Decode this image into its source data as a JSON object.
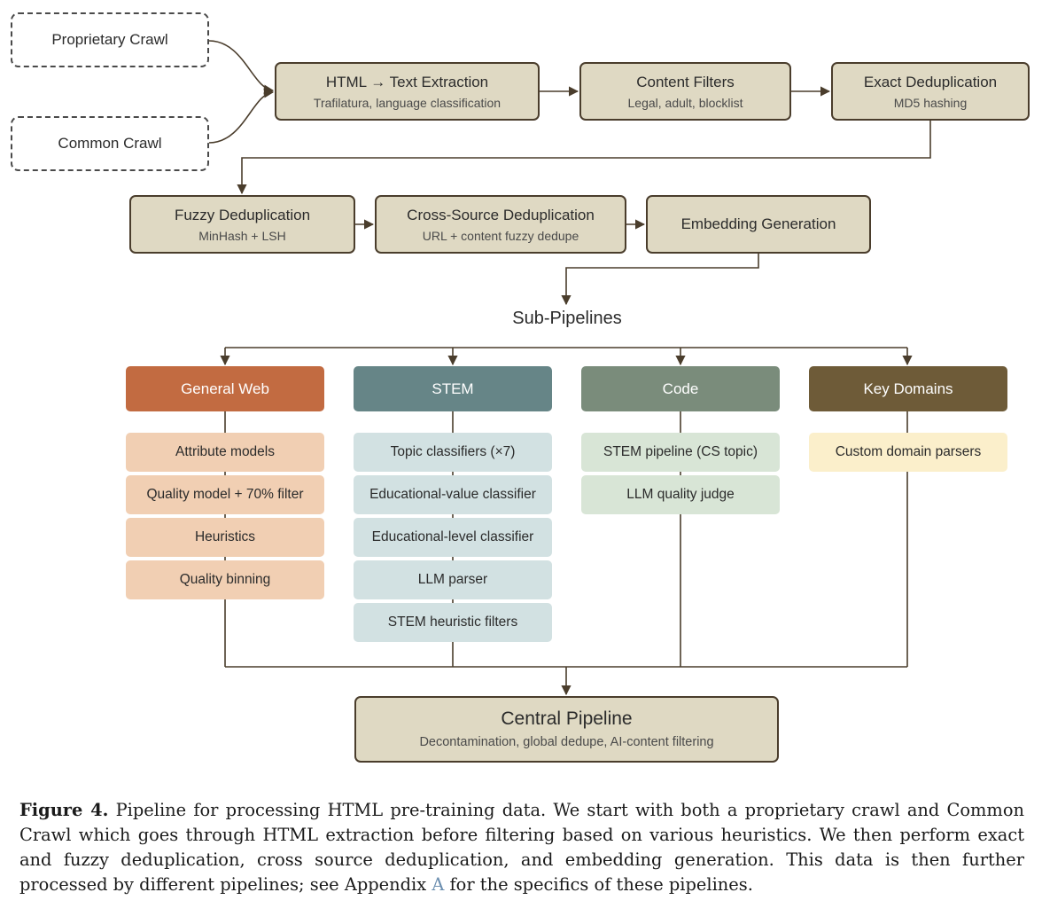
{
  "sources": [
    {
      "label": "Proprietary Crawl"
    },
    {
      "label": "Common Crawl"
    }
  ],
  "stages_row1": [
    {
      "title": "HTML → Text Extraction",
      "subtitle": "Trafilatura, language classification"
    },
    {
      "title": "Content Filters",
      "subtitle": "Legal, adult, blocklist"
    },
    {
      "title": "Exact Deduplication",
      "subtitle": "MD5 hashing"
    }
  ],
  "stages_row2": [
    {
      "title": "Fuzzy Deduplication",
      "subtitle": "MinHash + LSH"
    },
    {
      "title": "Cross-Source Deduplication",
      "subtitle": "URL + content fuzzy dedupe"
    },
    {
      "title": "Embedding Generation"
    }
  ],
  "sub_pipelines_label": "Sub-Pipelines",
  "sub_pipelines": [
    {
      "name": "General Web",
      "color": "#c26b41",
      "item_color": "#f1cfb3",
      "items": [
        "Attribute models",
        "Quality model + 70% filter",
        "Heuristics",
        "Quality binning"
      ]
    },
    {
      "name": "STEM",
      "color": "#668587",
      "item_color": "#d2e1e2",
      "items": [
        "Topic classifiers (×7)",
        "Educational-value classifier",
        "Educational-level classifier",
        "LLM parser",
        "STEM heuristic filters"
      ]
    },
    {
      "name": "Code",
      "color": "#7a8c7b",
      "item_color": "#d8e5d6",
      "items": [
        "STEM pipeline (CS topic)",
        "LLM quality judge"
      ]
    },
    {
      "name": "Key Domains",
      "color": "#6e5b38",
      "item_color": "#fbefcb",
      "items": [
        "Custom domain parsers"
      ]
    }
  ],
  "central": {
    "title": "Central Pipeline",
    "subtitle": "Decontamination, global dedupe, AI-content filtering"
  },
  "caption": {
    "label": "Figure 4.",
    "text1": " Pipeline for processing HTML pre-training data. We start with both a proprietary crawl and Common Crawl which goes through HTML extraction before filtering based on various heuristics. We then perform exact and fuzzy deduplication, cross source deduplication, and embedding generation. This data is then further processed by different pipelines; see Appendix ",
    "ref": "A",
    "text2": " for the specifics of these pipelines."
  },
  "colors": {
    "stage_fill": "#dfd9c3",
    "stage_border": "#4a3d2c",
    "connector": "#4a3d2c"
  }
}
